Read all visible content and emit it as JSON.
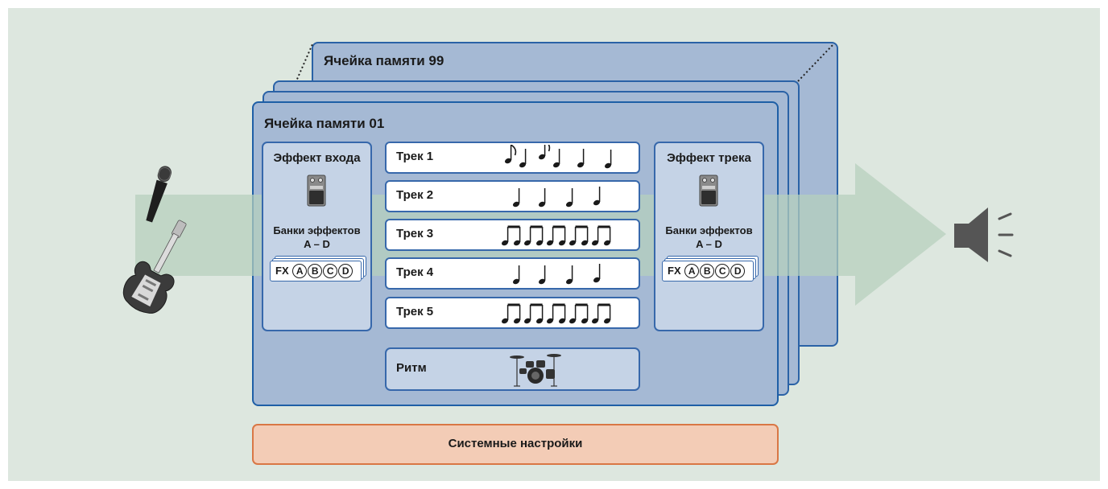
{
  "memory_back_title": "Ячейка памяти 99",
  "memory_front_title": "Ячейка памяти 01",
  "input_effect": {
    "title": "Эффект входа",
    "banks_line1": "Банки эффектов",
    "banks_line2": "A – D",
    "fx_label": "FX",
    "fx_slots": [
      "A",
      "B",
      "C",
      "D"
    ]
  },
  "track_effect": {
    "title": "Эффект трека",
    "banks_line1": "Банки эффектов",
    "banks_line2": "A – D",
    "fx_label": "FX",
    "fx_slots": [
      "A",
      "B",
      "C",
      "D"
    ]
  },
  "tracks": [
    {
      "label": "Трек 1",
      "pattern": "mixed"
    },
    {
      "label": "Трек 2",
      "pattern": "quarter"
    },
    {
      "label": "Трек 3",
      "pattern": "beamed"
    },
    {
      "label": "Трек 4",
      "pattern": "quarter"
    },
    {
      "label": "Трек 5",
      "pattern": "beamed"
    }
  ],
  "rhythm_label": "Ритм",
  "system_settings": "Системные настройки",
  "icons": [
    "microphone-icon",
    "guitar-icon",
    "effect-pedal-icon",
    "drum-kit-icon",
    "speaker-icon",
    "music-note-icon"
  ],
  "colors": {
    "background": "#dde7df",
    "memory_fill": "#a5b9d4",
    "memory_border": "#1e5fa6",
    "signal_arrow": "#b5d0bc",
    "system_fill": "#f3ccb6",
    "system_border": "#d97745"
  }
}
